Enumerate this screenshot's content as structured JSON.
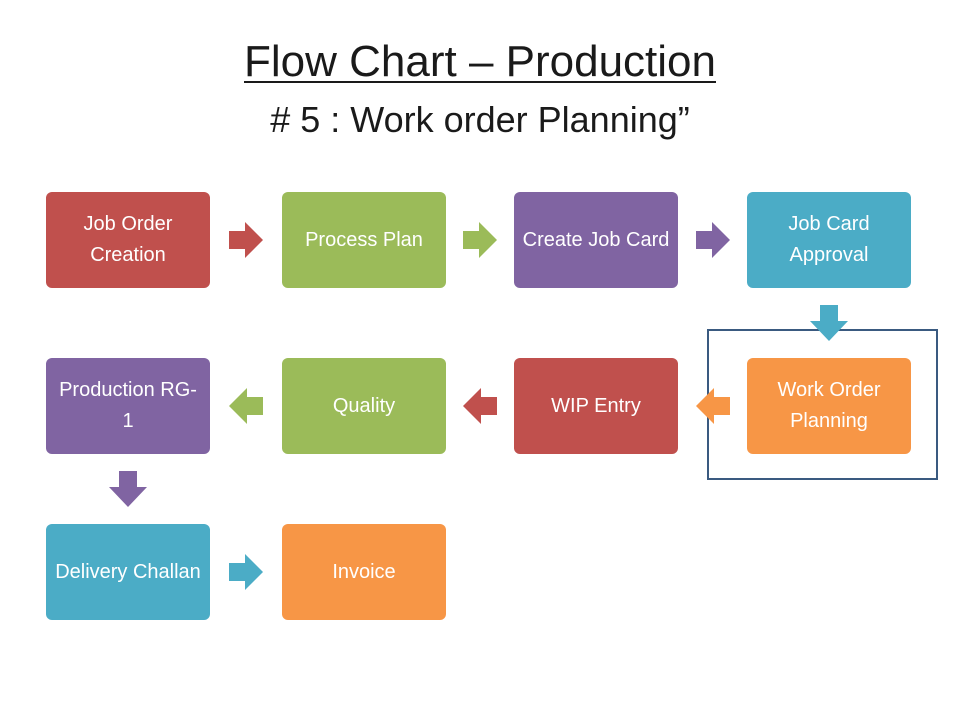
{
  "title": "Flow Chart – Production",
  "subtitle": "# 5  : Work order Planning”",
  "colors": {
    "red": "#c0504d",
    "green": "#9bbb59",
    "purple": "#8064a2",
    "teal": "#4bacc6",
    "orange": "#f79646",
    "highlight_border": "#3a5a80"
  },
  "steps": [
    {
      "id": "job-order-creation",
      "label": "Job Order Creation",
      "color": "red"
    },
    {
      "id": "process-plan",
      "label": "Process Plan",
      "color": "green"
    },
    {
      "id": "create-job-card",
      "label": "Create Job Card",
      "color": "purple"
    },
    {
      "id": "job-card-approval",
      "label": "Job Card Approval",
      "color": "teal"
    },
    {
      "id": "work-order-planning",
      "label": "Work Order Planning",
      "color": "orange",
      "highlighted": true
    },
    {
      "id": "wip-entry",
      "label": "WIP Entry",
      "color": "red"
    },
    {
      "id": "quality",
      "label": "Quality",
      "color": "green"
    },
    {
      "id": "production-rg-1",
      "label": "Production RG-1",
      "color": "purple"
    },
    {
      "id": "delivery-challan",
      "label": "Delivery Challan",
      "color": "teal"
    },
    {
      "id": "invoice",
      "label": "Invoice",
      "color": "orange"
    }
  ],
  "connectors": [
    {
      "from": "job-order-creation",
      "to": "process-plan",
      "color": "red"
    },
    {
      "from": "process-plan",
      "to": "create-job-card",
      "color": "green"
    },
    {
      "from": "create-job-card",
      "to": "job-card-approval",
      "color": "purple"
    },
    {
      "from": "job-card-approval",
      "to": "work-order-planning",
      "color": "teal"
    },
    {
      "from": "work-order-planning",
      "to": "wip-entry",
      "color": "orange"
    },
    {
      "from": "wip-entry",
      "to": "quality",
      "color": "red"
    },
    {
      "from": "quality",
      "to": "production-rg-1",
      "color": "green"
    },
    {
      "from": "production-rg-1",
      "to": "delivery-challan",
      "color": "purple"
    },
    {
      "from": "delivery-challan",
      "to": "invoice",
      "color": "teal"
    }
  ]
}
